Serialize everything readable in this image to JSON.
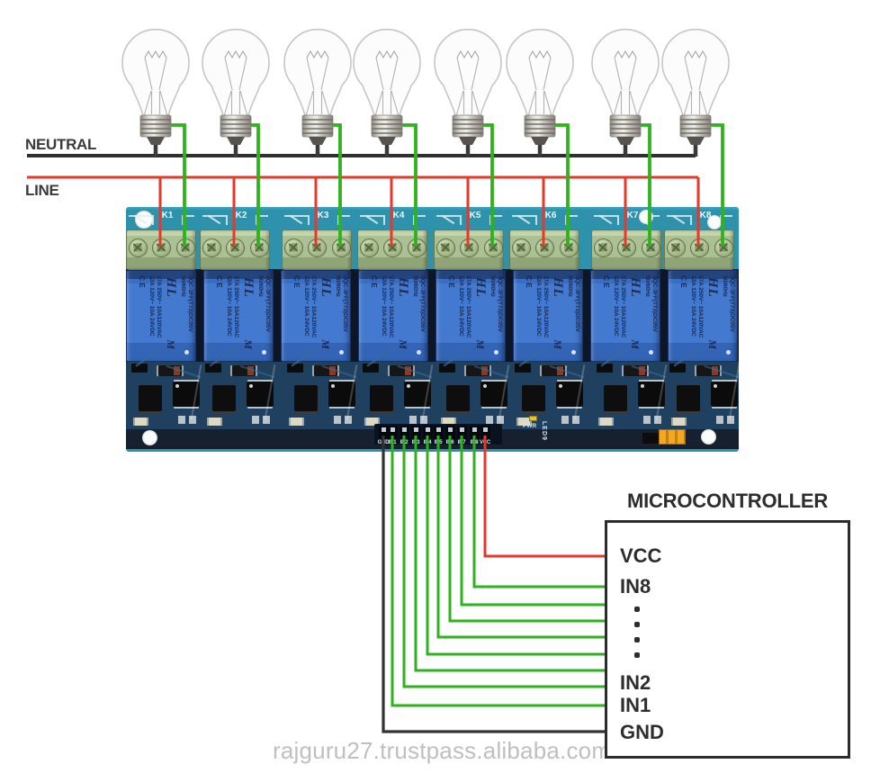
{
  "diagram": {
    "neutral_label": "NEUTRAL",
    "line_label": "LINE",
    "watermark": "rajguru27.trustpass.alibaba.com",
    "bulb_count": 8
  },
  "microcontroller": {
    "title": "MICROCONTROLLER",
    "pin_labels": [
      "VCC",
      "IN8",
      "IN2",
      "IN1",
      "GND"
    ],
    "ellipsis_dots": 4
  },
  "board": {
    "channels": [
      {
        "label": "K1"
      },
      {
        "label": "K2"
      },
      {
        "label": "K3"
      },
      {
        "label": "K4"
      },
      {
        "label": "K5"
      },
      {
        "label": "K6"
      },
      {
        "label": "K7"
      },
      {
        "label": "K8"
      }
    ],
    "relay_print": {
      "model": "JQC-3FF(T73)DC05V",
      "freq": "50/60Hz",
      "brand": "HL",
      "brand_mark": "M",
      "rating1": "17A 250V~ 10A120VAC",
      "rating2": "12A 120V~ 10A 24VDC",
      "ce": "CE"
    },
    "pin_labels": [
      "GND",
      "IN1",
      "IN2",
      "IN3",
      "IN4",
      "IN5",
      "IN6",
      "IN7",
      "IN8",
      "VCC"
    ],
    "pwr_label": "PWR",
    "led_label": "LED9"
  },
  "colors": {
    "wire_green": "#2db31c",
    "wire_red": "#e6382b",
    "wire_black": "#333333",
    "neutral_line": "#2f2f2f",
    "pcb_teal": "#2f92ad",
    "pcb_navy": "#20405f",
    "relay_blue": "#4379cf",
    "terminal_green": "#abc094",
    "mcu_border": "#2c2c2c",
    "watermark_gray": "#bfbfbf"
  }
}
